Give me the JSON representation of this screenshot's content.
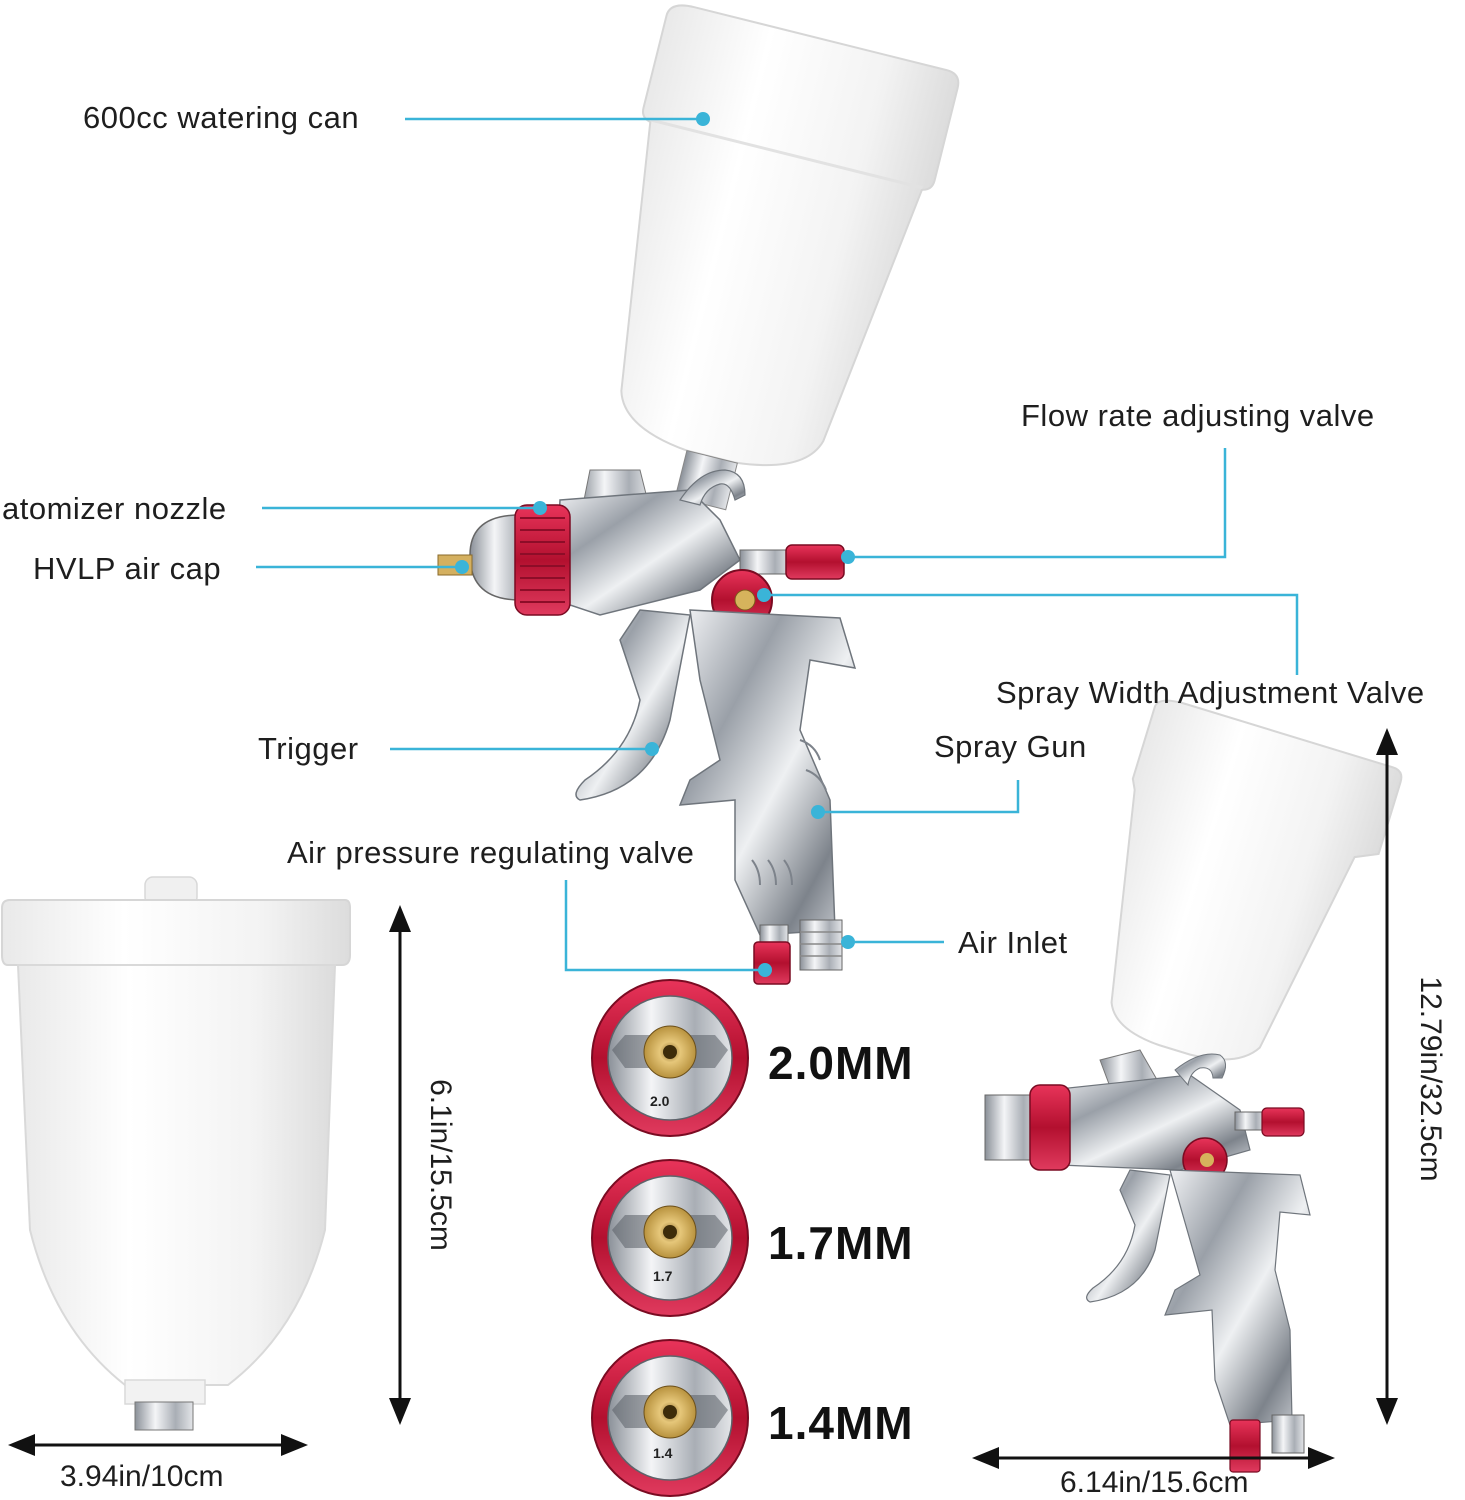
{
  "labels": {
    "watering_can": "600cc watering can",
    "flow_valve": "Flow rate adjusting valve",
    "atomizer_nozzle": "atomizer nozzle",
    "hvlp_air_cap": "HVLP air cap",
    "spray_width_valve": "Spray Width Adjustment Valve",
    "trigger": "Trigger",
    "spray_gun": "Spray Gun",
    "air_pressure_valve": "Air pressure regulating valve",
    "air_inlet": "Air Inlet"
  },
  "dimensions": {
    "cup_height": "6.1in/15.5cm",
    "cup_width": "3.94in/10cm",
    "gun_height": "12.79in/32.5cm",
    "gun_width": "6.14in/15.6cm"
  },
  "nozzles": [
    {
      "size": "2.0MM",
      "engraving": "2.0"
    },
    {
      "size": "1.7MM",
      "engraving": "1.7"
    },
    {
      "size": "1.4MM",
      "engraving": "1.4"
    }
  ],
  "colors": {
    "callout_line": "#3ab4d8",
    "accent_red": "#c8163c",
    "chrome": "#c9ccd1",
    "cup": "#f4f4f4"
  }
}
